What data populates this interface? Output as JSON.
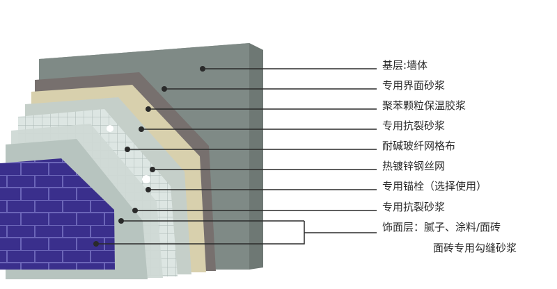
{
  "labels": [
    {
      "id": "base",
      "text": "基层:墙体"
    },
    {
      "id": "interface",
      "text": "专用界面砂浆"
    },
    {
      "id": "insulation",
      "text": "聚苯颗粒保温胶浆"
    },
    {
      "id": "crack1",
      "text": "专用抗裂砂浆"
    },
    {
      "id": "mesh",
      "text": "耐碱玻纤网格布"
    },
    {
      "id": "steel",
      "text": "热镀锌钢丝网"
    },
    {
      "id": "anchor",
      "text": "专用锚栓（选择使用）"
    },
    {
      "id": "crack2",
      "text": "专用抗裂砂浆"
    },
    {
      "id": "finish",
      "text": "饰面层：腻子、涂料/面砖"
    },
    {
      "id": "grout",
      "text": "面砖专用勾缝砂浆"
    }
  ],
  "colors": {
    "wall": "#7f8a86",
    "wall_top": "#8f9a95",
    "wall_side": "#6e7874",
    "interface": "#77706e",
    "insulation": "#d8d0ad",
    "crack": "#c5cfc9",
    "mesh": "#dfe7e4",
    "tile": "#3b2f8a",
    "leader": "#2a2a2a"
  }
}
